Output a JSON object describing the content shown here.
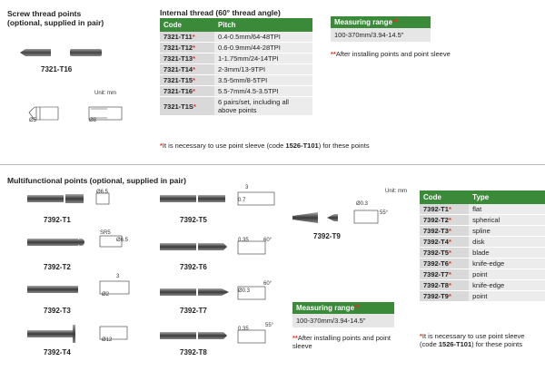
{
  "screw": {
    "title": "Screw thread points",
    "subtitle": "(optional, supplied in pair)",
    "code": "7321-T16",
    "unit": "Unit: mm",
    "dims": [
      "Ø5",
      "Ø8"
    ]
  },
  "internal": {
    "title": "Internal thread (60° thread angle)",
    "headers": [
      "Code",
      "Pitch"
    ],
    "rows": [
      {
        "code": "7321-T11",
        "pitch": "0.4-0.5mm/64-48TPI"
      },
      {
        "code": "7321-T12",
        "pitch": "0.6-0.9mm/44-28TPI"
      },
      {
        "code": "7321-T13",
        "pitch": "1-1.75mm/24-14TPI"
      },
      {
        "code": "7321-T14",
        "pitch": "2-3mm/13-9TPI"
      },
      {
        "code": "7321-T15",
        "pitch": "3.5-5mm/8-5TPI"
      },
      {
        "code": "7321-T16",
        "pitch": "5.5-7mm/4.5-3.5TPI"
      },
      {
        "code": "7321-T1S",
        "pitch": "6 pairs/set, including all above points"
      }
    ],
    "note_pre": "It is necessary to use point sleeve (code ",
    "note_code": "1526-T101",
    "note_post": ") for these points"
  },
  "range_top": {
    "header": "Measuring range",
    "value": "100-370mm/3.94-14.5\"",
    "note": "After installing points and point sleeve"
  },
  "multi": {
    "title": "Multifunctional points (optional, supplied in pair)",
    "unit": "Unit: mm",
    "items": [
      "7392-T1",
      "7392-T2",
      "7392-T3",
      "7392-T4",
      "7392-T5",
      "7392-T6",
      "7392-T7",
      "7392-T8",
      "7392-T9"
    ],
    "dims": {
      "t1": "Ø6.5",
      "t2a": "SR5",
      "t2b": "Ø6.5",
      "t3a": "3",
      "t3b": "Ø2",
      "t4": "Ø12",
      "t5a": "3",
      "t5b": "0.7",
      "t6a": "0.35",
      "t6b": "60°",
      "t7a": "Ø0.3",
      "t7b": "60°",
      "t8a": "0.35",
      "t8b": "55°",
      "t9a": "Ø0.3",
      "t9b": "55°"
    }
  },
  "range_bottom": {
    "header": "Measuring range",
    "value": "100-370mm/3.94-14.5\"",
    "note": "After installing points and point sleeve"
  },
  "types": {
    "headers": [
      "Code",
      "Type"
    ],
    "rows": [
      {
        "code": "7392-T1",
        "type": "flat"
      },
      {
        "code": "7392-T2",
        "type": "spherical"
      },
      {
        "code": "7392-T3",
        "type": "spline"
      },
      {
        "code": "7392-T4",
        "type": "disk"
      },
      {
        "code": "7392-T5",
        "type": "blade"
      },
      {
        "code": "7392-T6",
        "type": "knife-edge"
      },
      {
        "code": "7392-T7",
        "type": "point"
      },
      {
        "code": "7392-T8",
        "type": "knife-edge"
      },
      {
        "code": "7392-T9",
        "type": "point"
      }
    ],
    "note_pre": "It is necessary to use point sleeve (code ",
    "note_code": "1526-T101",
    "note_post": ") for these points"
  },
  "colors": {
    "header_green": "#3a8a3a",
    "star_red": "#d32f2f"
  }
}
